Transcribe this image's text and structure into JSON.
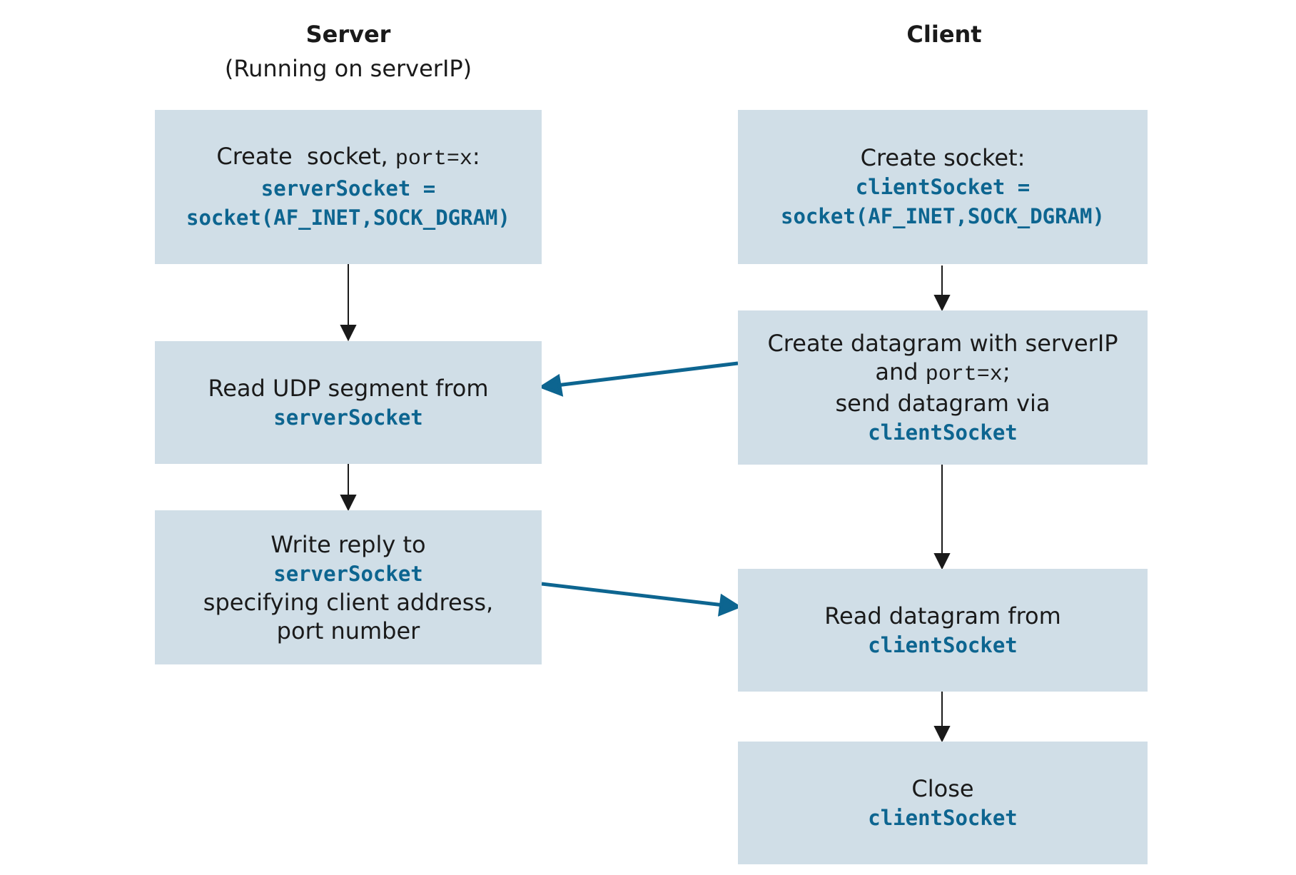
{
  "server": {
    "title": "Server",
    "subtitle": "(Running on serverIP)",
    "steps": [
      {
        "lines": [
          {
            "parts": [
              {
                "text": "Create  socket, ",
                "style": "text"
              },
              {
                "text": "port=x",
                "style": "mono"
              },
              {
                "text": ":",
                "style": "text"
              }
            ]
          },
          {
            "parts": [
              {
                "text": "serverSocket =",
                "style": "code"
              }
            ]
          },
          {
            "parts": [
              {
                "text": "socket(AF_INET,SOCK_DGRAM)",
                "style": "code"
              }
            ]
          }
        ]
      },
      {
        "lines": [
          {
            "parts": [
              {
                "text": "Read UDP segment from",
                "style": "text"
              }
            ]
          },
          {
            "parts": [
              {
                "text": "serverSocket",
                "style": "code"
              }
            ]
          }
        ]
      },
      {
        "lines": [
          {
            "parts": [
              {
                "text": "Write reply to",
                "style": "text"
              }
            ]
          },
          {
            "parts": [
              {
                "text": "serverSocket",
                "style": "code"
              }
            ]
          },
          {
            "parts": [
              {
                "text": "specifying client address,",
                "style": "text"
              }
            ]
          },
          {
            "parts": [
              {
                "text": "port number",
                "style": "text"
              }
            ]
          }
        ]
      }
    ]
  },
  "client": {
    "title": "Client",
    "steps": [
      {
        "lines": [
          {
            "parts": [
              {
                "text": "Create socket:",
                "style": "text"
              }
            ]
          },
          {
            "parts": [
              {
                "text": "clientSocket =",
                "style": "code"
              }
            ]
          },
          {
            "parts": [
              {
                "text": "socket(AF_INET,SOCK_DGRAM)",
                "style": "code"
              }
            ]
          }
        ]
      },
      {
        "lines": [
          {
            "parts": [
              {
                "text": "Create datagram with serverIP",
                "style": "text"
              }
            ]
          },
          {
            "parts": [
              {
                "text": "and ",
                "style": "text"
              },
              {
                "text": "port=x",
                "style": "mono"
              },
              {
                "text": ";",
                "style": "text"
              }
            ]
          },
          {
            "parts": [
              {
                "text": "send datagram via",
                "style": "text"
              }
            ]
          },
          {
            "parts": [
              {
                "text": "clientSocket",
                "style": "code"
              }
            ]
          }
        ]
      },
      {
        "lines": [
          {
            "parts": [
              {
                "text": "Read datagram from",
                "style": "text"
              }
            ]
          },
          {
            "parts": [
              {
                "text": "clientSocket",
                "style": "code"
              }
            ]
          }
        ]
      },
      {
        "lines": [
          {
            "parts": [
              {
                "text": "Close",
                "style": "text"
              }
            ]
          },
          {
            "parts": [
              {
                "text": "clientSocket",
                "style": "code"
              }
            ]
          }
        ]
      }
    ]
  },
  "colors": {
    "box_fill": "#d0dee7",
    "code_text": "#0d6590",
    "cross_arrow": "#0d6590",
    "flow_arrow": "#1a1a1a"
  }
}
